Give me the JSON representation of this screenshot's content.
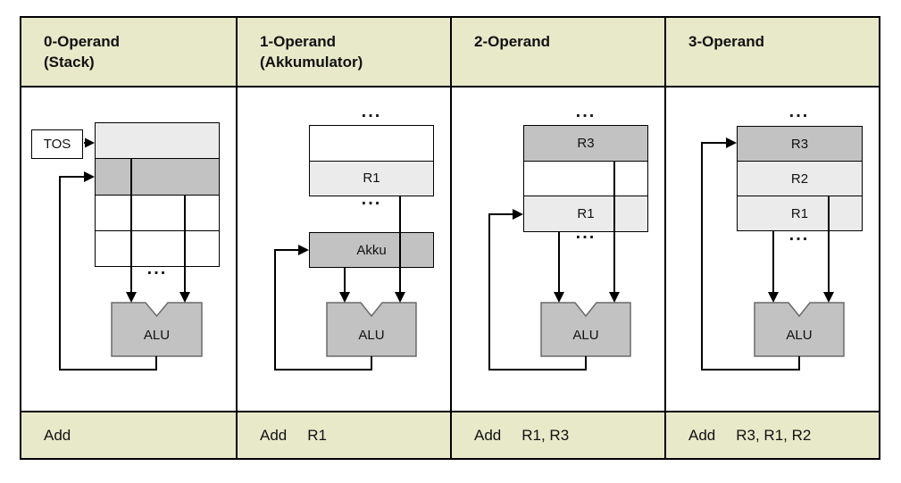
{
  "colors": {
    "header_bg": "#e8e9c9",
    "row_dark": "#c2c2c2",
    "row_light": "#ebebeb",
    "row_white": "#ffffff",
    "alu_fill": "#c2c2c2",
    "alu_border": "#6b6b6b",
    "line": "#000000",
    "table_border": "#000000",
    "bg": "#ffffff"
  },
  "table": {
    "columns": [
      {
        "header_line1": "0-Operand",
        "header_line2": "(Stack)",
        "tos_label": "TOS",
        "registers": [
          "",
          "",
          "",
          ""
        ],
        "dots_bottom": "...",
        "alu_label": "ALU",
        "instruction": {
          "mnemonic": "Add",
          "operands": ""
        }
      },
      {
        "header_line1": "1-Operand",
        "header_line2": "(Akkumulator)",
        "dots_top": "...",
        "registers": [
          "",
          "R1"
        ],
        "dots_bottom": "...",
        "accumulator_label": "Akku",
        "alu_label": "ALU",
        "instruction": {
          "mnemonic": "Add",
          "operands": "R1"
        }
      },
      {
        "header_line1": "2-Operand",
        "header_line2": "",
        "dots_top": "...",
        "registers": [
          "R3",
          "",
          "R1"
        ],
        "dots_bottom": "...",
        "alu_label": "ALU",
        "instruction": {
          "mnemonic": "Add",
          "operands": "R1, R3"
        }
      },
      {
        "header_line1": "3-Operand",
        "header_line2": "",
        "dots_top": "...",
        "registers": [
          "R3",
          "R2",
          "R1"
        ],
        "dots_bottom": "...",
        "alu_label": "ALU",
        "instruction": {
          "mnemonic": "Add",
          "operands": "R3, R1, R2"
        }
      }
    ]
  }
}
